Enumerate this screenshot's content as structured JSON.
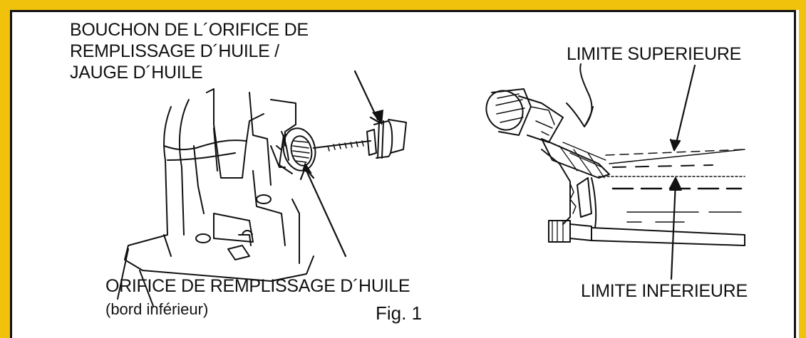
{
  "labels": {
    "cap_line1": "BOUCHON DE L´ORIFICE DE",
    "cap_line2": "REMPLISSAGE D´HUILE /",
    "cap_line3": "JAUGE D´HUILE",
    "upper_limit": "LIMITE SUPERIEURE",
    "lower_limit": "LIMITE INFERIEURE",
    "filler_line1": "ORIFICE DE REMPLISSAGE D´HUILE",
    "filler_line2": "(bord inférieur)",
    "figure": "Fig. 1"
  },
  "colors": {
    "frame": "#f0c20c",
    "ink": "#111111",
    "paper": "#ffffff"
  }
}
